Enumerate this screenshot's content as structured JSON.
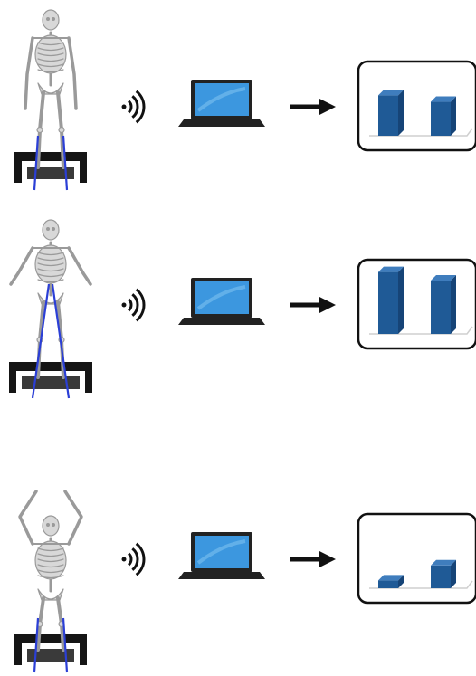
{
  "diagram": {
    "rows": [
      {
        "pose": "standing",
        "signal": "wireless-signal-icon",
        "device": "laptop-icon",
        "bars": [
          0.62,
          0.52
        ]
      },
      {
        "pose": "squat-arms-out",
        "signal": "wireless-signal-icon",
        "device": "laptop-icon",
        "bars": [
          0.95,
          0.82
        ]
      },
      {
        "pose": "arms-raised",
        "signal": "wireless-signal-icon",
        "device": "laptop-icon",
        "bars": [
          0.12,
          0.35
        ]
      }
    ],
    "colors": {
      "bar_front": "#1f5a96",
      "bar_side": "#164477",
      "bar_top": "#3f7dbd",
      "bone": "#d8d8d8",
      "bone_stroke": "#9a9a9a",
      "leg_line": "#2b3fd6",
      "platform": "#151515",
      "screen": "#3c97df",
      "laptop": "#222222"
    }
  }
}
